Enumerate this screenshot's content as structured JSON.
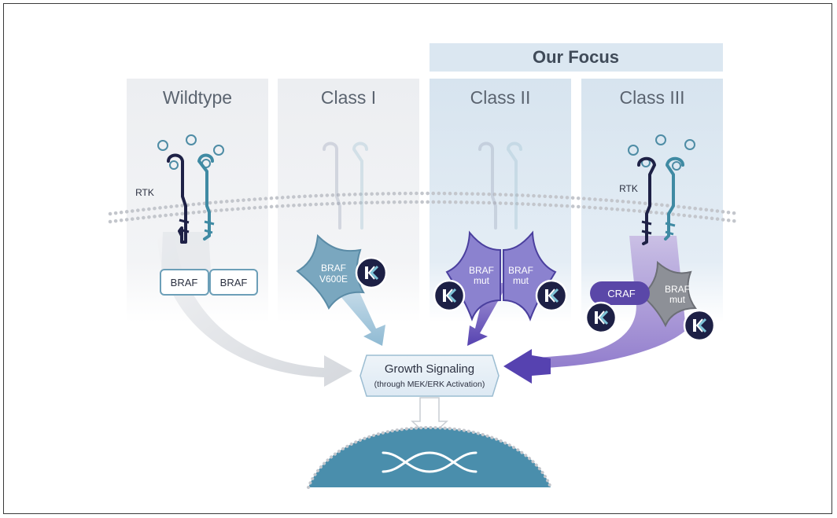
{
  "focus_banner": {
    "label": "Our Focus"
  },
  "columns": [
    {
      "title": "Wildtype"
    },
    {
      "title": "Class I"
    },
    {
      "title": "Class II"
    },
    {
      "title": "Class III"
    }
  ],
  "receptor_label": "RTK",
  "proteins": {
    "wildtype_braf_left": "BRAF",
    "wildtype_braf_right": "BRAF",
    "class1_braf_line1": "BRAF",
    "class1_braf_line2": "V600E",
    "class2_left_line1": "BRAF",
    "class2_left_line2": "mut",
    "class2_right_line1": "BRAF",
    "class2_right_line2": "mut",
    "class3_craf": "CRAF",
    "class3_braf_line1": "BRAF",
    "class3_braf_line2": "mut"
  },
  "inhibitor_badge": {
    "icon": "k-inhibitor-icon"
  },
  "growth_box": {
    "title": "Growth Signaling",
    "subtitle": "(through MEK/ERK Activation)"
  },
  "colors": {
    "panel_grey": "#eef0f3",
    "panel_blue": "#dde8f2",
    "focus_banner": "#dbe7f1",
    "navy": "#1e2146",
    "teal": "#3f8aa3",
    "purple": "#5b4aa8",
    "nucleus": "#4a8eac"
  }
}
